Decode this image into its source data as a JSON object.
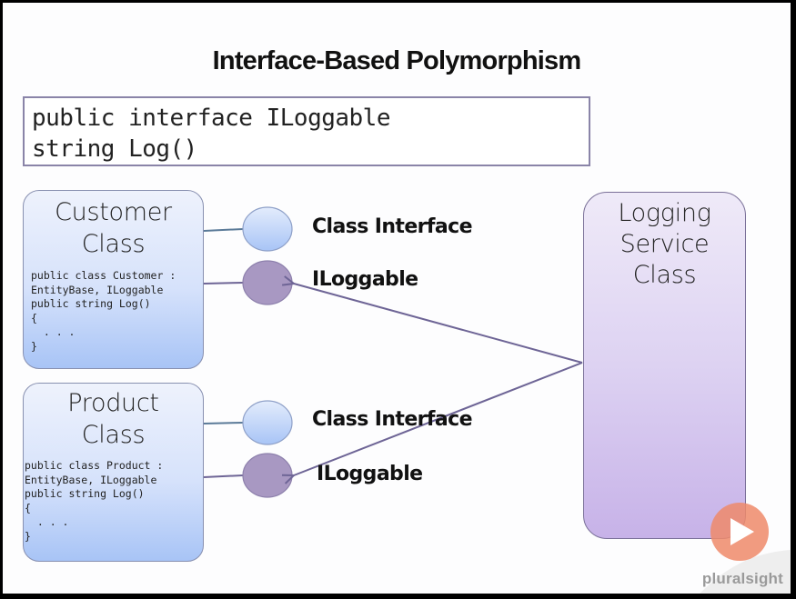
{
  "slide": {
    "title": "Interface-Based Polymorphism",
    "interface_code": {
      "line1": "public interface ILoggable",
      "line2": "string Log()"
    },
    "customer_class": {
      "title_line1": "Customer",
      "title_line2": "Class",
      "code": "public class Customer :\nEntityBase, ILoggable\npublic string Log()\n{\n  . . .\n}",
      "interfaces": [
        {
          "label": "Class Interface",
          "color": "#bcd3f8"
        },
        {
          "label": "ILoggable",
          "color": "#a898c2"
        }
      ]
    },
    "product_class": {
      "title_line1": "Product",
      "title_line2": "Class",
      "code": "public class Product :\nEntityBase, ILoggable\npublic string Log()\n{\n  . . .\n}",
      "interfaces": [
        {
          "label": "Class Interface",
          "color": "#bcd3f8"
        },
        {
          "label": "ILoggable",
          "color": "#a898c2"
        }
      ]
    },
    "logging_service": {
      "title_line1": "Logging",
      "title_line2": "Service",
      "title_line3": "Class"
    },
    "branding": {
      "logo_icon": "play-icon",
      "logo_text": "pluralsight",
      "logo_color": "#ee8a6a"
    },
    "colors": {
      "connector": "#6e6596",
      "class_interface_fill": "#bcd3f8",
      "iloggable_fill": "#a898c2"
    }
  }
}
